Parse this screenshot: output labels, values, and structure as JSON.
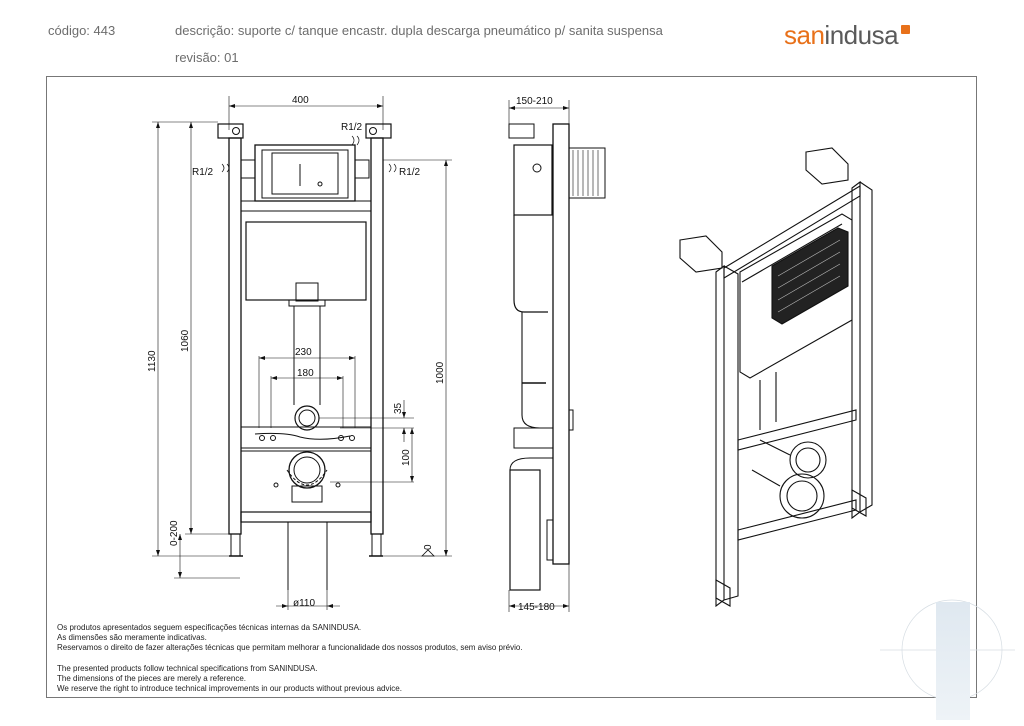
{
  "header": {
    "code": "código: 443",
    "description": "descrição: suporte c/ tanque encastr. dupla descarga pneumático p/ sanita suspensa",
    "revision": "revisão: 01"
  },
  "logo": {
    "part1": "san",
    "part2": "indusa"
  },
  "dims": {
    "width_top": "400",
    "depth_top": "150-210",
    "height_total": "1130",
    "height_mid": "1060",
    "height_frame": "1000",
    "adjust": "0-200",
    "inlet_left": "R1/2",
    "inlet_top": "R1/2",
    "inlet_right": "R1/2",
    "bolt_outer": "230",
    "bolt_inner": "180",
    "d35": "35",
    "d100": "100",
    "zero": "0",
    "pipe": "ø110",
    "depth_bottom": "145-180"
  },
  "notes_pt": [
    "Os produtos apresentados seguem especificações técnicas internas da SANINDUSA.",
    "As dimensões são meramente indicativas.",
    "Reservamos o direito de fazer alterações técnicas que permitam melhorar a funcionalidade dos nossos produtos, sem aviso prévio."
  ],
  "notes_en": [
    "The presented products follow technical specifications from SANINDUSA.",
    "The dimensions of the pieces are merely a reference.",
    "We reserve the right to introduce technical improvements in our products without previous advice."
  ],
  "colors": {
    "brand_orange": "#e8711a",
    "line": "#111111",
    "frame_border": "#777777"
  }
}
